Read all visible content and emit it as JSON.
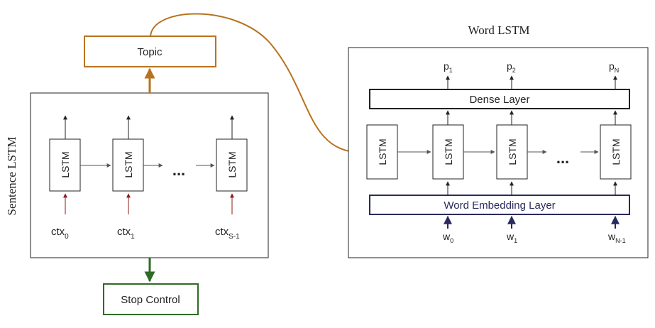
{
  "sentence_lstm": {
    "label": "Sentence LSTM",
    "cells": [
      {
        "label": "LSTM",
        "input_base": "ctx",
        "input_sub": "0"
      },
      {
        "label": "LSTM",
        "input_base": "ctx",
        "input_sub": "1"
      },
      {
        "label": "LSTM",
        "input_base": "ctx",
        "input_sub": "S-1"
      }
    ],
    "ellipsis": "..."
  },
  "topic": {
    "label": "Topic"
  },
  "stop_control": {
    "label": "Stop Control"
  },
  "word_lstm": {
    "title": "Word LSTM",
    "dense_layer": "Dense Layer",
    "embedding_layer": "Word Embedding Layer",
    "first_cell_label": "LSTM",
    "cells": [
      {
        "label": "LSTM",
        "output_base": "p",
        "output_sub": "1",
        "input_base": "w",
        "input_sub": "0"
      },
      {
        "label": "LSTM",
        "output_base": "p",
        "output_sub": "2",
        "input_base": "w",
        "input_sub": "1"
      },
      {
        "label": "LSTM",
        "output_base": "p",
        "output_sub": "N",
        "input_base": "w",
        "input_sub": "N-1"
      }
    ],
    "ellipsis": "..."
  },
  "colors": {
    "topic_orange": "#b8731f",
    "stop_green": "#2f6b25",
    "input_red": "#8b1a1a",
    "embed_navy": "#2a2a5e"
  }
}
